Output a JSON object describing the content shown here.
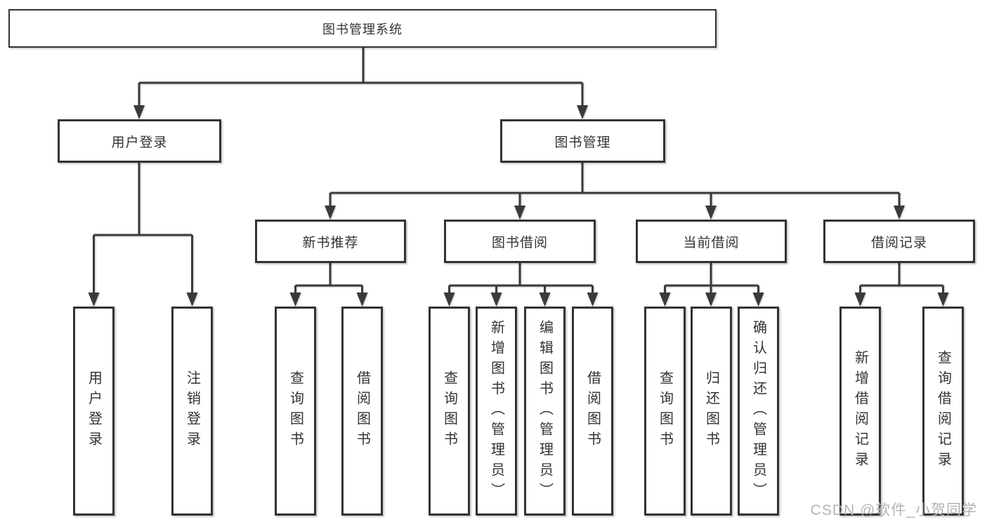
{
  "tree": {
    "label": "图书管理系统",
    "children": [
      {
        "label": "用户登录",
        "children": [
          {
            "label": "用户登录"
          },
          {
            "label": "注销登录"
          }
        ]
      },
      {
        "label": "图书管理",
        "children": [
          {
            "label": "新书推荐",
            "children": [
              {
                "label": "查询图书"
              },
              {
                "label": "借阅图书"
              }
            ]
          },
          {
            "label": "图书借阅",
            "children": [
              {
                "label": "查询图书"
              },
              {
                "label": "新增图书（管理员）"
              },
              {
                "label": "编辑图书（管理员）"
              },
              {
                "label": "借阅图书"
              }
            ]
          },
          {
            "label": "当前借阅",
            "children": [
              {
                "label": "查询图书"
              },
              {
                "label": "归还图书"
              },
              {
                "label": "确认归还（管理员）"
              }
            ]
          },
          {
            "label": "借阅记录",
            "children": [
              {
                "label": "新增借阅记录"
              },
              {
                "label": "查询借阅记录"
              }
            ]
          }
        ]
      }
    ]
  },
  "colors": {
    "box_border": "#333333",
    "connector": "#3a3a3a",
    "watermark": "#b4b4b4",
    "background": "#ffffff"
  },
  "watermark": {
    "text": "CSDN @软件_小贺同学"
  }
}
